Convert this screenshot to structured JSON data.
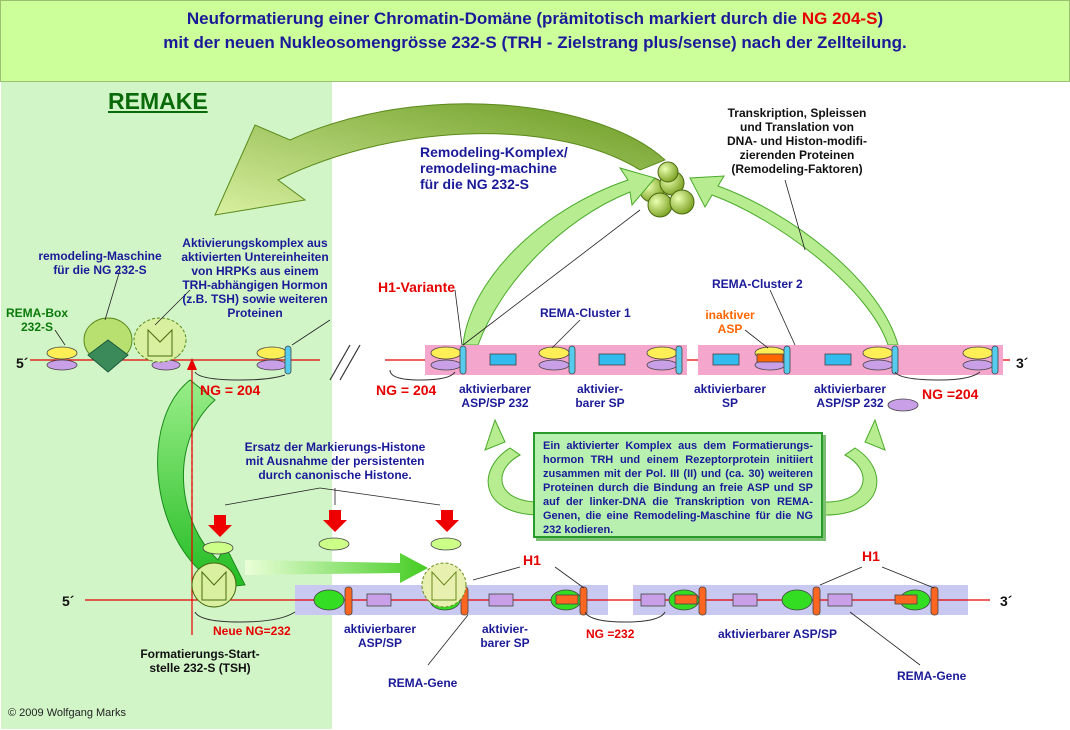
{
  "header": {
    "line1_prefix": "Neuformatierung einer Chromatin-Domäne (prämitotisch markiert durch die ",
    "line1_highlight": "NG 204-S",
    "line1_suffix": ")",
    "line2": "mit der neuen Nukleosomengrösse 232-S (TRH - Zielstrang plus/sense) nach der Zellteilung."
  },
  "title": "REMAKE",
  "labels": {
    "remodeling_complex": [
      "Remodeling-Komplex/",
      "remodeling-machine",
      "für die NG 232-S"
    ],
    "transcription": [
      "Transkription, Spleissen",
      "und Translation von",
      "DNA- und Histon-modifi-",
      "zierenden Proteinen",
      "(Remodeling-Faktoren)"
    ],
    "remodeling_machine": [
      "remodeling-Maschine",
      "für die NG 232-S"
    ],
    "activation_complex": [
      "Aktivierungskomplex  aus",
      "aktivierten Untereinheiten",
      "von HRPKs aus einem",
      "TRH-abhängigen Hormon",
      "(z.B. TSH) sowie weiteren",
      "Proteinen"
    ],
    "rema_box": [
      "REMA-Box",
      "232-S"
    ],
    "h1_variant": "H1-Variante",
    "rema_cluster_1": "REMA-Cluster 1",
    "rema_cluster_2": "REMA-Cluster 2",
    "inactive_asp": [
      "inaktiver",
      "ASP"
    ],
    "five_prime": "5´",
    "three_prime": "3´",
    "ng_204": "NG = 204",
    "ng_204b": "NG =204",
    "activatable_asp_sp_232": [
      "aktivierbarer",
      "ASP/SP 232"
    ],
    "activatable_sp": [
      "aktivier-",
      "barer SP"
    ],
    "activatable_sp2": [
      "aktivierbarer",
      "SP"
    ],
    "histone_replacement": [
      "Ersatz der Markierungs-Histone",
      "mit Ausnahme der persistenten",
      "durch canonische Histone."
    ],
    "h1": "H1",
    "new_ng": "Neue NG=232",
    "ng_232": "NG =232",
    "activatable_asp_sp": [
      "aktivierbarer",
      "ASP/SP"
    ],
    "activatable_asp_sp_long": "aktivierbarer ASP/SP",
    "rema_gene": "REMA-Gene",
    "formatting_start": [
      "Formatierungs-Start-",
      "stelle 232-S (TSH)"
    ]
  },
  "infobox": "Ein aktivierter Komplex aus dem Formatierungs-hormon TRH und einem Rezeptorprotein initiiert zusammen mit der Pol. III (II) und (ca. 30) weiteren Proteinen durch die Bindung an freie ASP und SP auf der linker-DNA die Transkription von REMA-Genen, die eine Remodeling-Maschine für die NG 232 kodieren.",
  "copyright": "© 2009 Wolfgang Marks",
  "colors": {
    "header_bg": "#ccff99",
    "left_panel_bg": "#d2f5c8",
    "title_text": "#1a1a99",
    "highlight_red": "#e60000",
    "dna_line": "#e60000",
    "pink_band": "#f4a6cc",
    "lavender_band": "#c8c8f0",
    "arrow_green": "#33cc33"
  }
}
